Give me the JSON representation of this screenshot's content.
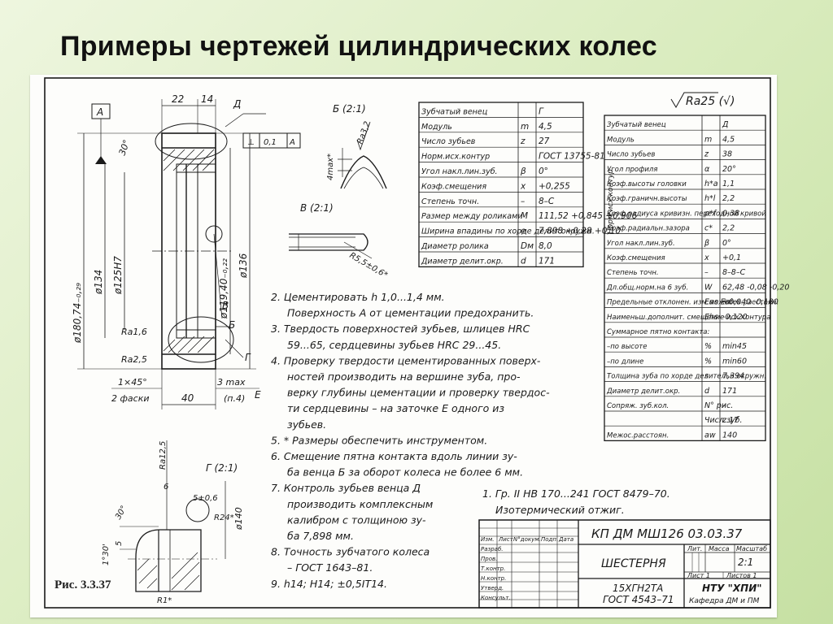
{
  "title": "Примеры чертежей цилиндрических колес",
  "figure_caption": "Рис. 3.3.37",
  "main_view": {
    "datum": "А",
    "dims": {
      "top1": "22",
      "top2": "14",
      "tol_frame_val": "0,1",
      "tol_frame_ref": "А",
      "tol_frame_sym": "⊥",
      "angle": "30°",
      "d1": "ø180,74₋₀,₂₉",
      "d2": "ø134",
      "d3": "ø125H7",
      "d4": "ø119,40₋₀,₂₂",
      "d5": "ø136",
      "ra1": "Ra1,6",
      "ra2": "Ra2,5",
      "chamfer": "1×45°",
      "chamfer2": "2 фаски",
      "width": "40",
      "max": "3 max",
      "n4": "(п.4)",
      "lbl_d": "Д",
      "lbl_v": "В",
      "lbl_b": "Б",
      "lbl_g": "Г",
      "lbl_e": "Е"
    }
  },
  "detail_b": {
    "label": "Б (2:1)",
    "ra": "Ra3,2",
    "dim": "4max*"
  },
  "detail_v": {
    "label": "В (2:1)",
    "dim": "R5,5±0,6*"
  },
  "detail_g": {
    "label": "Г (2:1)",
    "ra": "Ra12,5",
    "d": "ø140",
    "d1": "6",
    "d2": "5±0,6",
    "r": "R24*",
    "a": "30°",
    "a2": "1°30'",
    "r1": "R1*",
    "b": "5"
  },
  "roughness": "Ra25 (√)",
  "table_g": {
    "rows": [
      [
        "Зубчатый венец",
        "",
        "Г"
      ],
      [
        "Модуль",
        "m",
        "4,5"
      ],
      [
        "Число зубьев",
        "z",
        "27"
      ],
      [
        "Норм.исх.контур",
        "",
        "ГОСТ 13755-81"
      ],
      [
        "Угол накл.лин.зуб.",
        "β",
        "0°"
      ],
      [
        "Коэф.смещения",
        "x",
        "+0,255"
      ],
      [
        "Степень точн.",
        "–",
        "8–С"
      ],
      [
        "Размер между роликами",
        "M",
        "111,52 +0,845 +0,906"
      ],
      [
        "Ширина впадины по хорде делит.окружн.",
        "e",
        "7,898 +0,28 +0,10"
      ],
      [
        "Диаметр ролика",
        "Dм",
        "8,0"
      ],
      [
        "Диаметр делит.окр.",
        "d",
        "171"
      ]
    ]
  },
  "table_d": {
    "side_label": "Норм.исх.контур",
    "rows": [
      [
        "Зубчатый венец",
        "",
        "Д"
      ],
      [
        "Модуль",
        "m",
        "4,5"
      ],
      [
        "Число зубьев",
        "z",
        "38"
      ],
      [
        "Угол профиля",
        "α",
        "20°"
      ],
      [
        "Коэф.высоты головки",
        "h*a",
        "1,1"
      ],
      [
        "Коэф.граничн.высоты",
        "h*l",
        "2,2"
      ],
      [
        "Коэф.радиуса кривизн. переходной кривой",
        "ρ*f",
        "0,38"
      ],
      [
        "Коэф.радиальн.зазора",
        "c*",
        "2,2"
      ],
      [
        "Угол накл.лин.зуб.",
        "β",
        "0°"
      ],
      [
        "Коэф.смещения",
        "x",
        "+0,1"
      ],
      [
        "Степень точн.",
        "–",
        "8–8–С"
      ],
      [
        "Дл.общ.норм.на 6 зуб.",
        "W",
        "62,48 -0,08 -0,20"
      ],
      [
        "Предельные отклонен. изм.межосев.расстоян.",
        "Eas Eai",
        "+0,040 -0,180"
      ],
      [
        "Наименьш.дополнит. смещение исх.контура",
        "Ehs",
        "-0,120"
      ],
      [
        "Суммарное пятно контакта:",
        "",
        ""
      ],
      [
        "–по высоте",
        "%",
        "min45"
      ],
      [
        "–по длине",
        "%",
        "min60"
      ],
      [
        "Толщина зуба по хорде делительн.окружн.",
        "s",
        "7,394"
      ],
      [
        "Диаметр делит.окр.",
        "d",
        "171"
      ],
      [
        "Сопряж. зуб.кол.",
        "N° рис.",
        "–"
      ],
      [
        "",
        "Числ.зуб.",
        "z 17"
      ],
      [
        "Межос.расстоян.",
        "aw",
        "140"
      ]
    ]
  },
  "notes": [
    "2. Цементировать h 1,0...1,4 мм.",
    "Поверхность А от цементации предохранить.",
    "3. Твердость поверхностей зубьев, шлицев HRC",
    "59...65, сердцевины зубьев HRC 29...45.",
    "4. Проверку твердости цементированных поверх-",
    "ностей производить на вершине зуба, про-",
    "верку глубины цементации и проверку твердос-",
    "ти сердцевины – на заточке Е одного из",
    "зубьев.",
    "5. * Размеры обеспечить инструментом.",
    "6. Смещение пятна контакта вдоль линии зу-",
    "ба венца Б за оборот колеса не более 6 мм.",
    "7. Контроль зубьев венца Д",
    "производить комплексным",
    "калибром с толщиною зу-",
    "ба 7,898 мм.",
    "8. Точность зубчатого колеса",
    "– ГОСТ 1643–81.",
    "9. h14; H14; ±0,5IT14."
  ],
  "notes_right": [
    "1. Гр. II НВ 170...241 ГОСТ 8479–70.",
    "Изотермический отжиг."
  ],
  "title_block": {
    "code": "КП ДМ МШ126 03.03.37",
    "name": "ШЕСТЕРНЯ",
    "material1": "15ХГН2ТА",
    "material2": "ГОСТ 4543–71",
    "org": "НТУ \"ХПИ\"",
    "dept": "Кафедра ДМ и ПМ",
    "scale": "2:1",
    "lit": "Лит.",
    "mass": "Масса",
    "scale_h": "Масштаб",
    "sheet": "Лист 1",
    "sheets": "Листов 1",
    "roles": [
      "Изм.",
      "Лист",
      "N°докум.",
      "Подп.",
      "Дата",
      "Разраб.",
      "Пров.",
      "Т.контр.",
      "Н.контр.",
      "Утверд.",
      "Консульт."
    ]
  }
}
